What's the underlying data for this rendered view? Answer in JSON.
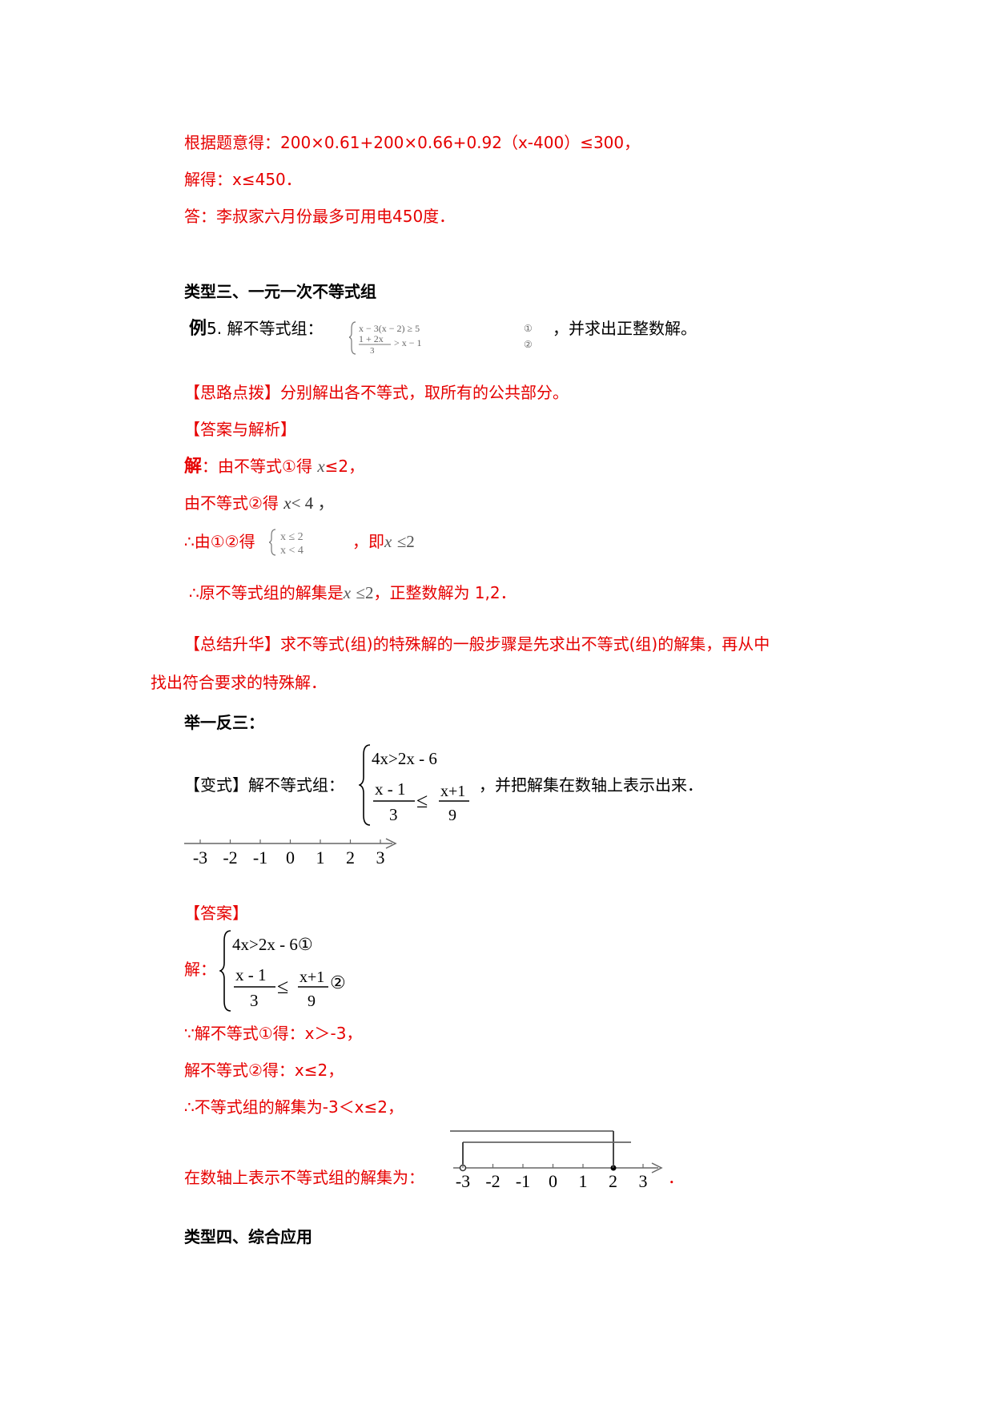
{
  "section_a": {
    "line1": "根据题意得：200×0.61+200×0.66+0.92（x-400）≤300，",
    "line2": "解得：x≤450．",
    "line3": "答：李叔家六月份最多可用电450度．"
  },
  "type3": {
    "heading": "类型三、一元一次不等式组",
    "example_num": "例",
    "example_label": "5. 解不等式组：",
    "example_sys_line1": "x − 3(x − 2) ≥ 5",
    "example_sys_line2": "1 + 2x",
    "example_sys_line2b": "> x − 1",
    "example_sys_den": "3",
    "example_mark1": "①",
    "example_mark2": "②",
    "example_tail": "，并求出正整数解。",
    "hint": "【思路点拨】分别解出各不等式，取所有的公共部分。",
    "answer_head": "【答案与解析】",
    "sol_jie": "解",
    "sol1a": "：由不等式①得",
    "sol1_x": "x",
    "sol1b": "≤2，",
    "sol2a": "由不等式②得",
    "sol2_x": "x",
    "sol2b": "< 4 ，",
    "sol3a": "∴由①②得",
    "sol3_sys1": "x ≤ 2",
    "sol3_sys2": "x < 4",
    "sol3b": "，即",
    "sol3_x": "x",
    "sol3c": "≤2",
    "sol4a": "∴原不等式组的解集是",
    "sol4_x": "x",
    "sol4b": "≤2",
    "sol4c": "，正整数解为 1,2．",
    "summary1": "【总结升华】求不等式(组)的特殊解的一般步骤是先求出不等式(组)的解集，再从中",
    "summary2": "找出符合要求的特殊解．",
    "juyi": "举一反三：",
    "variant_label": "【变式】解不等式组：",
    "sysA_line1": "4x>2x - 6",
    "sysA_num": "x - 1",
    "sysA_den": "3",
    "sysA_rel": "≤",
    "sysA_num2": "x+1",
    "sysA_den2": "9",
    "variant_tail": "，并把解集在数轴上表示出来．",
    "axis_ticks": [
      "-3",
      "-2",
      "-1",
      "0",
      "1",
      "2",
      "3"
    ],
    "answer2_head": "【答案】",
    "jie2": "解：",
    "sysB_line1": "4x>2x - 6①",
    "sysB_num": "x - 1",
    "sysB_den": "3",
    "sysB_rel": "≤",
    "sysB_num2": "x+1",
    "sysB_den2": "9",
    "sysB_mark": "②",
    "step1": "∵解不等式①得：x＞-3，",
    "step2": "解不等式②得：x≤2，",
    "step3": "∴不等式组的解集为-3＜x≤2，",
    "step4": "在数轴上表示不等式组的解集为：",
    "step4_end": "．"
  },
  "type4": {
    "heading": "类型四、综合应用"
  },
  "colors": {
    "red": "#e60000",
    "black": "#000000"
  }
}
